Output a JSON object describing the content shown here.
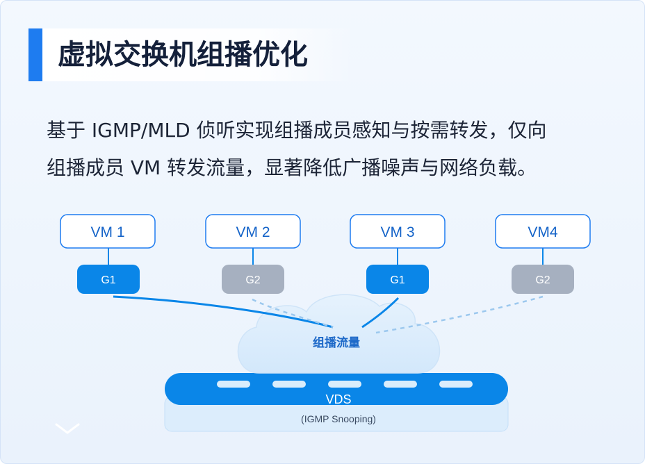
{
  "title": "虚拟交换机组播优化",
  "description": {
    "line1": "基于 IGMP/MLD 侦听实现组播成员感知与按需转发，仅向",
    "line2": "组播成员 VM 转发流量，显著降低广播噪声与网络负载。"
  },
  "vms": [
    {
      "label": "VM 1",
      "group": "G1",
      "member": true
    },
    {
      "label": "VM 2",
      "group": "G2",
      "member": false
    },
    {
      "label": "VM 3",
      "group": "G1",
      "member": true
    },
    {
      "label": "VM4",
      "group": "G2",
      "member": false
    }
  ],
  "cloud_label": "组播流量",
  "switch": {
    "label": "VDS",
    "sublabel": "(IGMP Snooping)"
  },
  "colors": {
    "accent": "#1e7cf0",
    "member_group": "#0a86e8",
    "inactive_group": "#a6b0c0",
    "switch_bar": "#0a86e8",
    "title_text": "#14203a"
  },
  "icons": {
    "collapse": "chevron-down-icon"
  }
}
